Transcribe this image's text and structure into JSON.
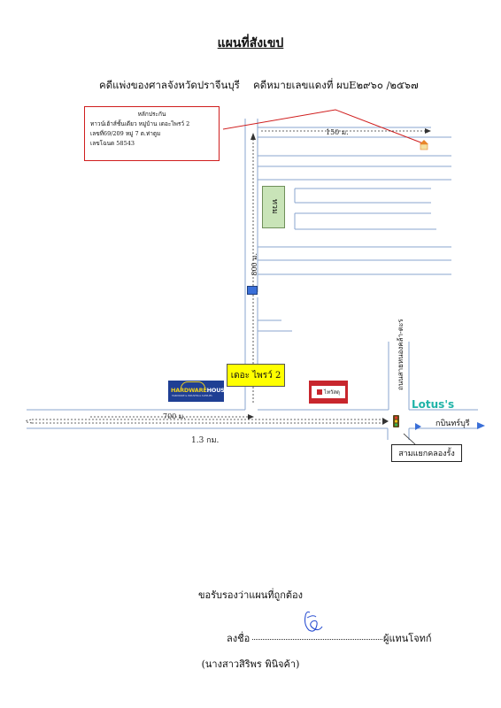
{
  "title": "แผนที่สังเขป",
  "case": {
    "court": "คดีแพ่งของศาลจังหวัดปราจีนบุรี",
    "red_number": "คดีหมายเลขแดงที่ ผบE๒๙๖๐ /๒๕๖๗"
  },
  "collateral_box": {
    "heading": "หลักประกัน",
    "line1": "ทาวน์เฮ้าส์ชั้นเดียว หมู่บ้าน เดอะไพรว์ 2",
    "line2": "เลขที่69/209 หมู่ 7 ต.ท่าตูม",
    "line3": "เลขโฉนด 58543"
  },
  "map": {
    "dist_150": "150 ม.",
    "dist_800": "800 ม.",
    "dist_700": "700 ม.",
    "dist_13km": "1.3 กม.",
    "building_label": "ทวม",
    "project_label": "เดอะ ไพรว์ 2",
    "store_hardware_a": "HARDWARE",
    "store_hardware_b": "HOUSE",
    "store_hardware_sub": "HARDWARE & INDUSTRIAL SUPPLIES",
    "store_thaiwatsadu": "ไทวัสดุ",
    "store_lotus": "Lotus's",
    "road_vertical": "ถนนสายหนองคล้า-ตะร",
    "to_kabinburi": "กบินทร์บุรี",
    "junction": "สามแยกคลองรั้ง",
    "colors": {
      "outline_red": "#d01e1e",
      "road_blue": "#8aa6cf",
      "project_yellow": "#ffff00",
      "hardware_blue": "#1f3f94",
      "thaiwatsadu_red": "#c8262d",
      "lotus_teal": "#1fb3a8"
    }
  },
  "certification": {
    "statement": "ขอรับรองว่าแผนที่ถูกต้อง",
    "sign_label": "ลงชื่อ",
    "role": "ผู้แทนโจทก์",
    "printed_name": "(นางสาวสิริพร พินิจค้า)"
  }
}
